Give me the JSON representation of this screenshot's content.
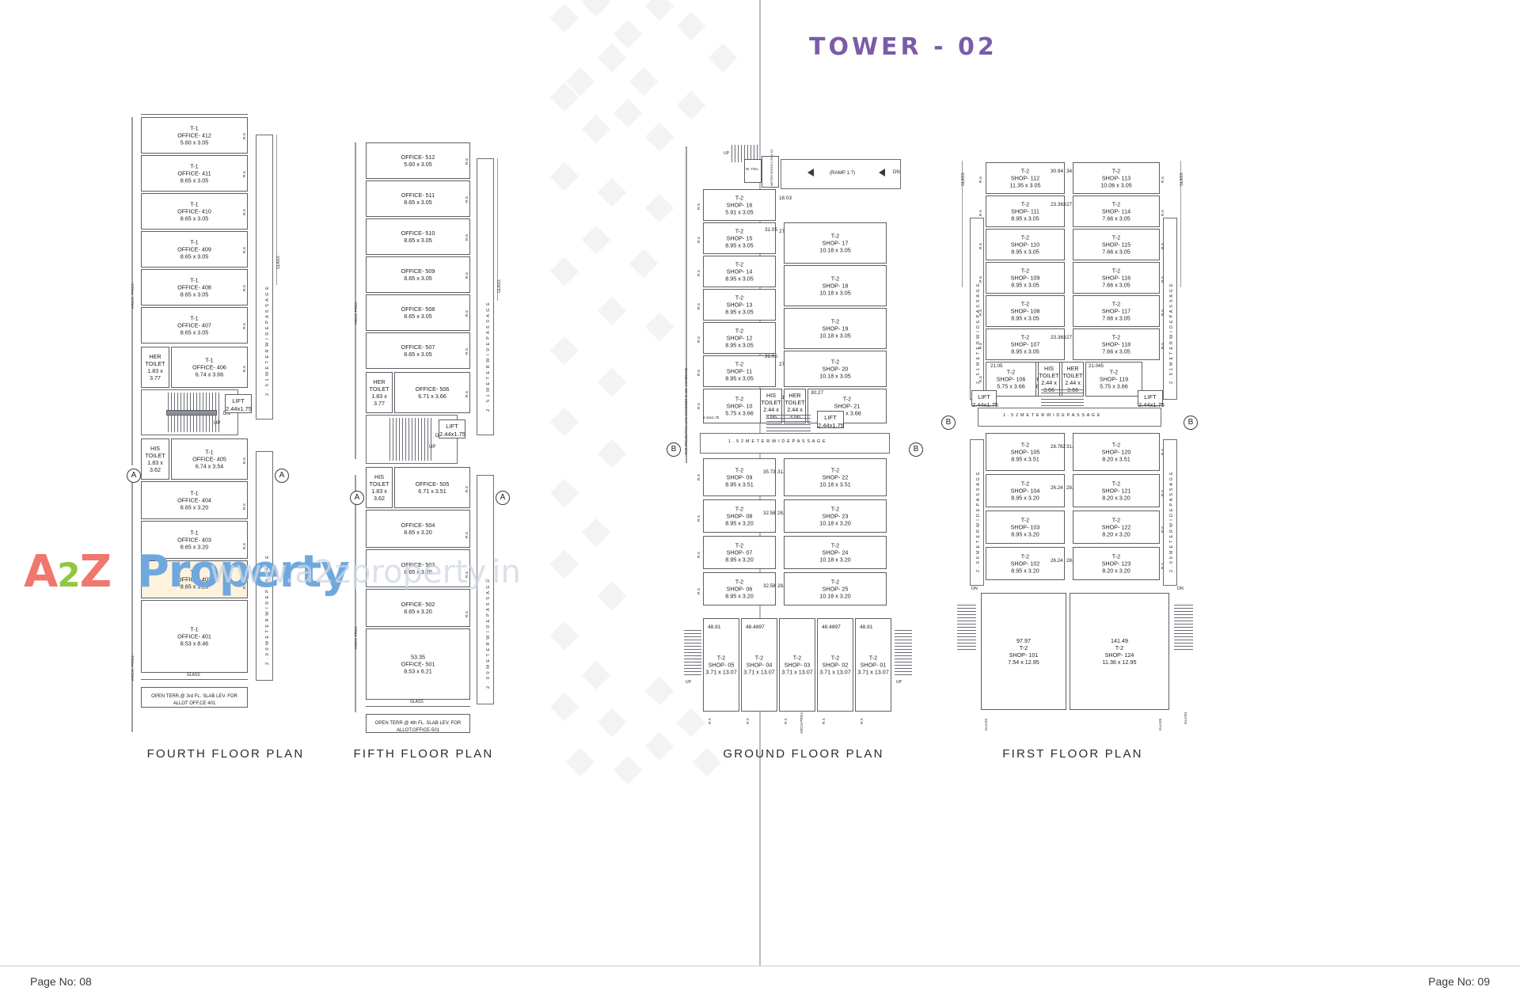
{
  "header": {
    "tower_title": "TOWER - 02"
  },
  "footer": {
    "page_left": "Page No: 08",
    "page_right": "Page No: 09"
  },
  "watermark": {
    "a": "A",
    "two": "2",
    "z": "Z",
    "word": "Property",
    "url": "www.a2zproperty.in"
  },
  "plans": [
    {
      "id": "fourth-floor-plan",
      "caption": "FOURTH FLOOR PLAN",
      "corridor_label": "2 . 5 1   M E T E R   W I D E   P A S S A G E",
      "corridor_label_2": "2 . 0 0   M E T E R   W I D E   P A S S A G E",
      "glass_top": "GLASS",
      "glass_right": "GLASS",
      "glass_bottom": "GLASS",
      "arch_proj": "ARCH. PROJ.",
      "terrace_note": "OPEN TERR.@ 3rd FL. SLAB LEV. FOR ALLOT OFF.CE 401",
      "lift": {
        "label": "LIFT",
        "size": "2.44x1.75"
      },
      "stair": {
        "dn": "DN",
        "up": "UP"
      },
      "bubbles": [
        "A",
        "A"
      ],
      "rooms": [
        {
          "type": "T-1",
          "name": "OFFICE- 412",
          "size": "5.60 x 3.05",
          "rs": "R.S"
        },
        {
          "type": "T-1",
          "name": "OFFICE- 411",
          "size": "8.65 x 3.05",
          "rs": "R.S"
        },
        {
          "type": "T-1",
          "name": "OFFICE- 410",
          "size": "8.65 x 3.05",
          "rs": "R.S"
        },
        {
          "type": "T-1",
          "name": "OFFICE- 409",
          "size": "8.65 x 3.05",
          "rs": "R.S"
        },
        {
          "type": "T-1",
          "name": "OFFICE- 408",
          "size": "8.65 x 3.05",
          "rs": "R.S"
        },
        {
          "type": "T-1",
          "name": "OFFICE- 407",
          "size": "8.65 x 3.05",
          "rs": "R.S"
        },
        {
          "type": "T-1",
          "name": "OFFICE- 406",
          "size": "6.74 x 3.66",
          "rs": "R.S"
        },
        {
          "type": "T-1",
          "name": "OFFICE- 405",
          "size": "6.74 x 3.54",
          "rs": "R.S"
        },
        {
          "type": "T-1",
          "name": "OFFICE- 404",
          "size": "8.65 x 3.20",
          "rs": "R.S"
        },
        {
          "type": "T-1",
          "name": "OFFICE- 403",
          "size": "8.65 x 3.20",
          "rs": "R.S"
        },
        {
          "type": "T-1",
          "name": "OFFICE- 402",
          "size": "8.65 x 3.20",
          "rs": "R.S"
        },
        {
          "type": "T-1",
          "name": "OFFICE- 401",
          "size": "8.53 x 8.46",
          "rs": "R.S"
        }
      ],
      "toilets": [
        {
          "name": "HER TOILET",
          "size": "1.83 x 3.77"
        },
        {
          "name": "HIS TOILET",
          "size": "1.83 x 3.62"
        }
      ]
    },
    {
      "id": "fifth-floor-plan",
      "caption": "FIFTH FLOOR PLAN",
      "corridor_label": "2 . 5 1   M E T E R   W I D E   P A S S A G E",
      "corridor_label_2": "2 . 0 0   M E T E R   W I D E   P A S S A G E",
      "glass_top": "GLASS",
      "glass_right": "GLASS",
      "glass_bottom": "GLASS",
      "arch_proj": "ARCH. PROJ.",
      "terrace_note": "OPEN TERR.@ 4th FL. SLAB LEV. FOR ALLOT.OFFICE-501",
      "lift": {
        "label": "LIFT",
        "size": "2.44x1.75"
      },
      "stair": {
        "dn": "DN",
        "up": "UP"
      },
      "bubbles": [
        "A",
        "A"
      ],
      "area_note": "53.35",
      "rooms": [
        {
          "name": "OFFICE- 512",
          "size": "5.60 x 3.05",
          "rs": "R.S"
        },
        {
          "name": "OFFICE- 511",
          "size": "8.65 x 3.05",
          "rs": "R.S"
        },
        {
          "name": "OFFICE- 510",
          "size": "8.65 x 3.05",
          "rs": "R.S"
        },
        {
          "name": "OFFICE- 509",
          "size": "8.65 x 3.05",
          "rs": "R.S"
        },
        {
          "name": "OFFICE- 508",
          "size": "8.65 x 3.05",
          "rs": "R.S"
        },
        {
          "name": "OFFICE- 507",
          "size": "8.65 x 3.05",
          "rs": "R.S"
        },
        {
          "name": "OFFICE- 506",
          "size": "6.71 x 3.66",
          "rs": "R.S"
        },
        {
          "name": "OFFICE- 505",
          "size": "6.71 x 3.51",
          "rs": "R.S"
        },
        {
          "name": "OFFICE- 504",
          "size": "8.65 x 3.20",
          "rs": "R.S"
        },
        {
          "name": "OFFICE- 503",
          "size": "8.65 x 3.20",
          "rs": "R.S"
        },
        {
          "name": "OFFICE- 502",
          "size": "8.65 x 3.20",
          "rs": "R.S"
        },
        {
          "name": "OFFICE- 501",
          "size": "8.53 x 6.21",
          "rs": "R.S"
        }
      ],
      "toilets": [
        {
          "name": "HER TOILET",
          "size": "1.83 x 3.77"
        },
        {
          "name": "HIS TOILET",
          "size": "1.83 x 3.62"
        }
      ]
    },
    {
      "id": "ground-floor-plan",
      "caption": "GROUND FLOOR PLAN",
      "corridor_label": "1 . 5 2    M E T E R    W I D E    P A S S A G E",
      "ramp_label": "(RAMP 1:7)",
      "dn": "DN",
      "up": "UP",
      "arch_proj": "ARCH PROJ.",
      "projection_note": "THIS PROJECTION LINE CONSIDER IN GR. COVERAGE",
      "meter_room": "METER ROOM 2.29x1.52",
      "toil": "W. TOIL",
      "lift": {
        "label": "LIFT",
        "size": "2.44x1.75"
      },
      "bubbles": [
        "B",
        "B"
      ],
      "rs": "R.S",
      "left_col": [
        {
          "type": "T-2",
          "name": "SHOP- 16",
          "size": "5.91 x 3.05",
          "area": "18.03"
        },
        {
          "type": "T-2",
          "name": "SHOP- 15",
          "size": "8.95 x 3.05",
          "area": "27.30"
        },
        {
          "type": "T-2",
          "name": "SHOP- 14",
          "size": "8.95 x 3.05",
          "area": ""
        },
        {
          "type": "T-2",
          "name": "SHOP- 13",
          "size": "8.95 x 3.05",
          "area": ""
        },
        {
          "type": "T-2",
          "name": "SHOP- 12",
          "size": "8.95 x 3.05",
          "area": ""
        },
        {
          "type": "T-2",
          "name": "SHOP- 11",
          "size": "8.95 x 3.05",
          "area": "27.30"
        },
        {
          "type": "T-2",
          "name": "SHOP- 10",
          "size": "5.75 x 3.66",
          "area": "21.05"
        }
      ],
      "right_col": [
        {
          "type": "T-2",
          "name": "SHOP- 17",
          "size": "10.18 x 3.05",
          "area": "31.05"
        },
        {
          "type": "T-2",
          "name": "SHOP- 18",
          "size": "10.18 x 3.05",
          "area": ""
        },
        {
          "type": "T-2",
          "name": "SHOP- 19",
          "size": "10.18 x 3.05",
          "area": ""
        },
        {
          "type": "T-2",
          "name": "SHOP- 20",
          "size": "10.18 x 3.05",
          "area": "31.05"
        },
        {
          "type": "T-2",
          "name": "SHOP- 21",
          "size": "8.27 x 3.66",
          "area": "30.27"
        }
      ],
      "lower_left": [
        {
          "type": "T-2",
          "name": "SHOP- 09",
          "size": "8.95 x 3.51",
          "area": "31.4145"
        },
        {
          "type": "T-2",
          "name": "SHOP- 08",
          "size": "8.95 x 3.20",
          "area": "28.64"
        },
        {
          "type": "T-2",
          "name": "SHOP- 07",
          "size": "8.95 x 3.20",
          "area": ""
        },
        {
          "type": "T-2",
          "name": "SHOP- 06",
          "size": "8.95 x 3.20",
          "area": "28.64"
        }
      ],
      "lower_right": [
        {
          "type": "T-2",
          "name": "SHOP- 22",
          "size": "10.18 x 3.51",
          "area": "35.73"
        },
        {
          "type": "T-2",
          "name": "SHOP- 23",
          "size": "10.18 x 3.20",
          "area": "32.58"
        },
        {
          "type": "T-2",
          "name": "SHOP- 24",
          "size": "10.18 x 3.20",
          "area": ""
        },
        {
          "type": "T-2",
          "name": "SHOP- 25",
          "size": "10.18 x 3.20",
          "area": "32.58"
        }
      ],
      "bottom_row": [
        {
          "type": "T-2",
          "name": "SHOP- 05",
          "size": "3.71 x 13.07",
          "area": "48.81"
        },
        {
          "type": "T-2",
          "name": "SHOP- 04",
          "size": "3.71 x 13.07",
          "area": "48.4897"
        },
        {
          "type": "T-2",
          "name": "SHOP- 03",
          "size": "3.71 x 13.07",
          "area": ""
        },
        {
          "type": "T-2",
          "name": "SHOP- 02",
          "size": "3.71 x 13.07",
          "area": "48.4897"
        },
        {
          "type": "T-2",
          "name": "SHOP- 01",
          "size": "3.71 x 13.07",
          "area": "48.81"
        }
      ],
      "toilets": [
        {
          "name": "HIS TOILET",
          "size": "2.44 x 3.66"
        },
        {
          "name": "HER TOILET",
          "size": "2.44 x 3.66"
        }
      ]
    },
    {
      "id": "first-floor-plan",
      "caption": "FIRST FLOOR PLAN",
      "corridor_label": "1 . 5 2    M E T E R    W I D E    P A S S A G E",
      "corridor_top": "2 . 5 1   M E T E R   W I D E   P A S S A G E",
      "corridor_bottom": "2 . 0 0   M E T E R   W I D E   P A S S A G E",
      "glass": "GLASS",
      "arch_proj": "ARCH PROJ.",
      "dn": "DN",
      "rs": "R.S",
      "lift": {
        "label": "LIFT",
        "size": "2.44x1.75"
      },
      "bubbles": [
        "B",
        "B"
      ],
      "left_col": [
        {
          "type": "T-2",
          "name": "SHOP- 112",
          "size": "11.35 x 3.05",
          "area": "34.88"
        },
        {
          "type": "T-2",
          "name": "SHOP- 111",
          "size": "8.95 x 3.05",
          "area": "27.30"
        },
        {
          "type": "T-2",
          "name": "SHOP- 110",
          "size": "8.95 x 3.05",
          "area": ""
        },
        {
          "type": "T-2",
          "name": "SHOP- 109",
          "size": "8.95 x 3.05",
          "area": ""
        },
        {
          "type": "T-2",
          "name": "SHOP- 108",
          "size": "8.95 x 3.05",
          "area": ""
        },
        {
          "type": "T-2",
          "name": "SHOP- 107",
          "size": "8.95 x 3.05",
          "area": "27.30"
        },
        {
          "type": "T-2",
          "name": "SHOP- 106",
          "size": "5.75 x 3.66",
          "area": "21.05"
        }
      ],
      "right_col": [
        {
          "type": "T-2",
          "name": "SHOP- 113",
          "size": "10.06 x 3.05",
          "area": "30.94"
        },
        {
          "type": "T-2",
          "name": "SHOP- 114",
          "size": "7.66 x 3.05",
          "area": "23.363"
        },
        {
          "type": "T-2",
          "name": "SHOP- 115",
          "size": "7.66 x 3.05",
          "area": ""
        },
        {
          "type": "T-2",
          "name": "SHOP- 116",
          "size": "7.66 x 3.05",
          "area": ""
        },
        {
          "type": "T-2",
          "name": "SHOP- 117",
          "size": "7.66 x 3.05",
          "area": ""
        },
        {
          "type": "T-2",
          "name": "SHOP- 118",
          "size": "7.66 x 3.05",
          "area": "23.363"
        },
        {
          "type": "T-2",
          "name": "SHOP- 119",
          "size": "5.75 x 3.66",
          "area": "21.045"
        }
      ],
      "lower_left": [
        {
          "type": "T-2",
          "name": "SHOP- 105",
          "size": "8.95 x 3.51",
          "area": "31.4145"
        },
        {
          "type": "T-2",
          "name": "SHOP- 104",
          "size": "8.95 x 3.20",
          "area": "28.64"
        },
        {
          "type": "T-2",
          "name": "SHOP- 103",
          "size": "8.95 x 3.20",
          "area": ""
        },
        {
          "type": "T-2",
          "name": "SHOP- 102",
          "size": "8.95 x 3.20",
          "area": "28.64"
        }
      ],
      "lower_right": [
        {
          "type": "T-2",
          "name": "SHOP- 120",
          "size": "8.20 x 3.51",
          "area": "28.782"
        },
        {
          "type": "T-2",
          "name": "SHOP- 121",
          "size": "8.20 x 3.20",
          "area": "26.24"
        },
        {
          "type": "T-2",
          "name": "SHOP- 122",
          "size": "8.20 x 3.20",
          "area": ""
        },
        {
          "type": "T-2",
          "name": "SHOP- 123",
          "size": "8.20 x 3.20",
          "area": "26.24"
        }
      ],
      "bottom": [
        {
          "type": "T-2",
          "name": "SHOP- 101",
          "size": "7.54 x 12.95",
          "area": "97.97"
        },
        {
          "type": "T-2",
          "name": "SHOP- 124",
          "size": "11.36 x 12.95",
          "area": "141.49"
        }
      ],
      "toilets": [
        {
          "name": "HIS TOILET",
          "size": "2.44 x 3.66"
        },
        {
          "name": "HER TOILET",
          "size": "2.44 x 3.66"
        }
      ]
    }
  ]
}
